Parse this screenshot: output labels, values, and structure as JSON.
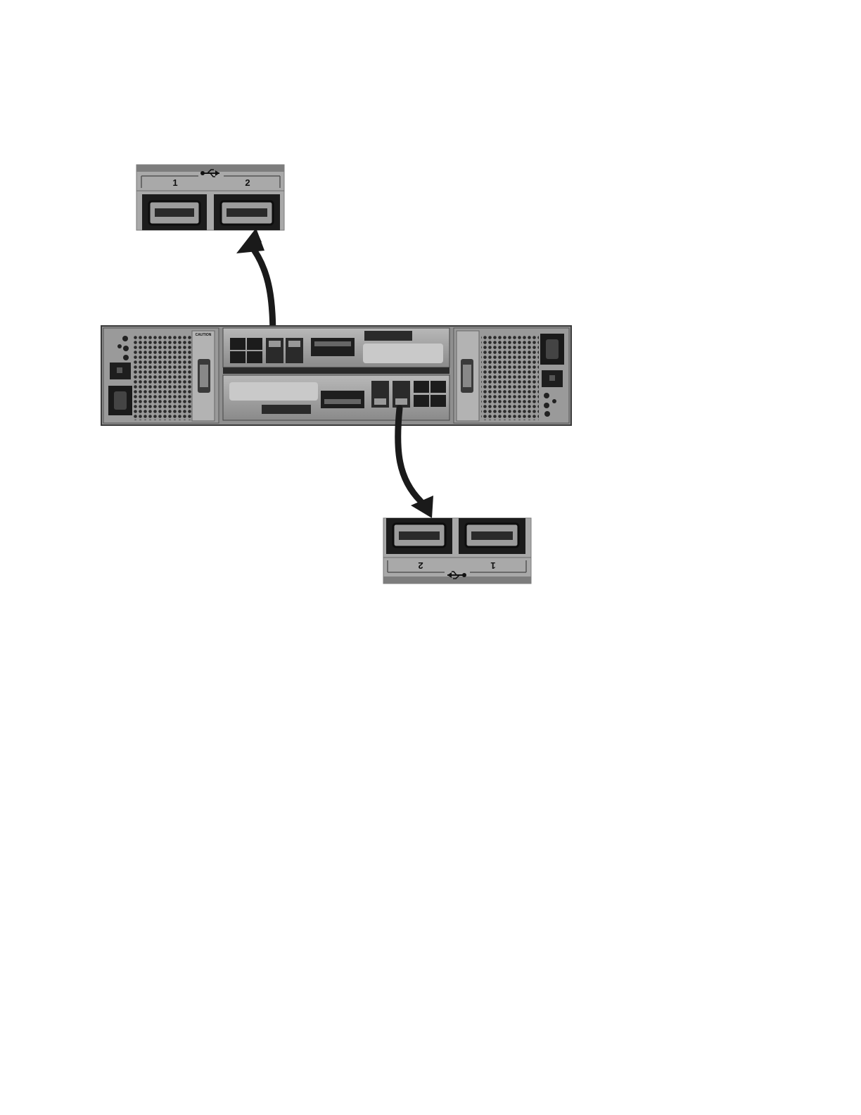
{
  "callout_top": {
    "usb_symbol_icon": "usb-icon",
    "port_labels": [
      "1",
      "2"
    ]
  },
  "callout_bottom": {
    "usb_symbol_icon": "usb-icon",
    "port_labels": [
      "1",
      "2"
    ],
    "labels_rotated_180": true
  },
  "chassis": {
    "caution_label": "CAUTION",
    "left_psu_icons": [
      "fan-grille-icon",
      "power-switch-icon",
      "power-inlet-icon"
    ],
    "right_psu_icons": [
      "fan-grille-icon",
      "power-switch-icon",
      "power-inlet-icon"
    ]
  },
  "arrows": [
    {
      "from": "upper-controller-usb-ports",
      "to": "top-callout"
    },
    {
      "from": "lower-controller-usb-ports",
      "to": "bottom-callout"
    }
  ],
  "colors": {
    "background": "#ffffff",
    "chassis": "#8f8f8f",
    "dark": "#1c1c1c",
    "arrow": "#1a1a1a"
  }
}
